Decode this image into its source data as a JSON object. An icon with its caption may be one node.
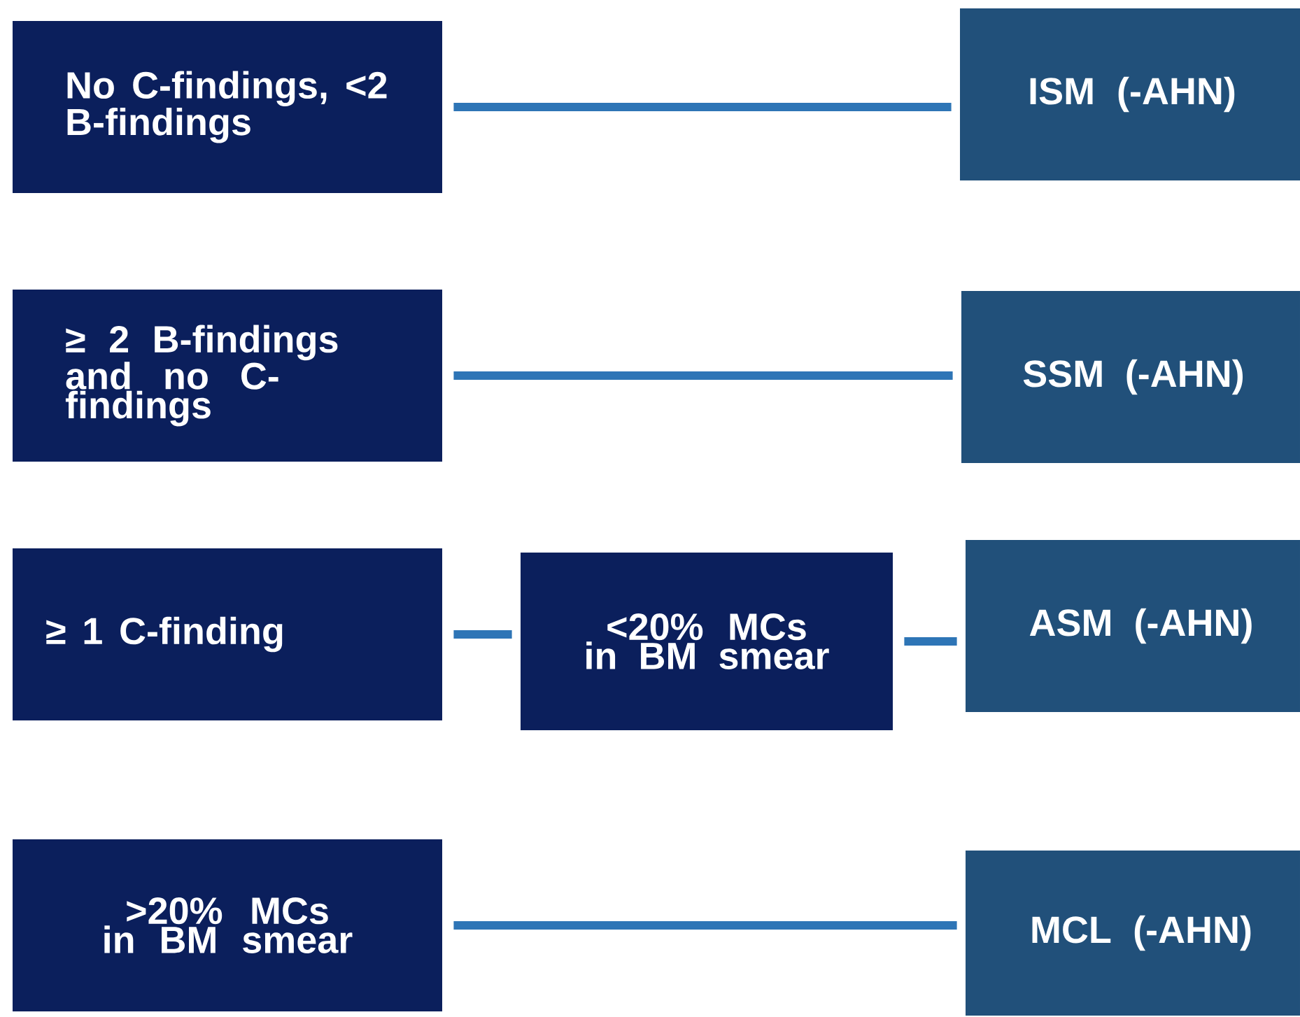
{
  "diagram": {
    "nodes": [
      {
        "text": [
          "No C-findings, <2 B-findings"
        ]
      },
      {
        "text": [
          "ISM (-AHN)"
        ]
      },
      {
        "text": [
          "≥ 2 B-findings and no C-findings"
        ]
      },
      {
        "text": [
          "SSM (-AHN)"
        ]
      },
      {
        "text": [
          "≥ 1 C-finding"
        ]
      },
      {
        "text": [
          "<20% MCs in BM smear"
        ]
      },
      {
        "text": [
          "ASM (-AHN)"
        ]
      },
      {
        "text": [
          ">20% MCs in BM smear"
        ]
      },
      {
        "text": [
          "MCL (-AHN)"
        ]
      }
    ],
    "edges": [
      {
        "from": 0,
        "to": 1,
        "arrow": "none"
      },
      {
        "from": 2,
        "to": 3,
        "arrow": "none"
      },
      {
        "from": 4,
        "to": 5,
        "arrow": "none"
      },
      {
        "from": 5,
        "to": 6,
        "arrow": "none"
      },
      {
        "from": 7,
        "to": 8,
        "arrow": "none"
      }
    ]
  }
}
